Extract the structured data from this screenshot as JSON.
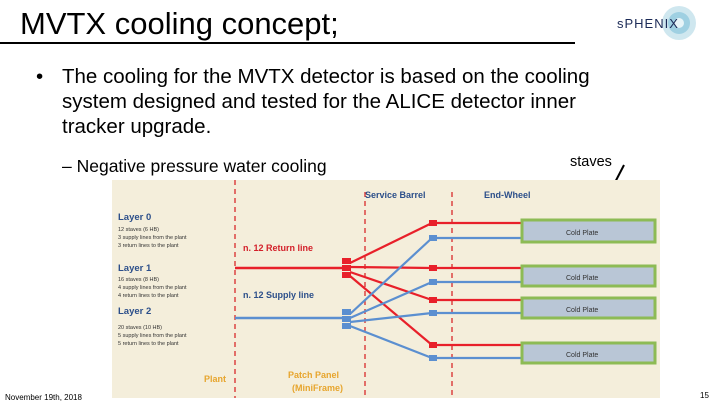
{
  "slide": {
    "title": "MVTX cooling concept;",
    "bullet": "The cooling for the MVTX detector is based on the cooling system designed and tested  for the ALICE detector inner tracker upgrade.",
    "bullet_marker": "•",
    "sub_bullet": "– Negative pressure  water cooling",
    "staves_label": "staves",
    "footer_date": "November 19th, 2018",
    "page_number": "15",
    "logo_text": "sPHENIX"
  },
  "diagram": {
    "service_barrel": "Service Barrel",
    "end_wheel": "End-Wheel",
    "layers": [
      {
        "name": "Layer 0",
        "lines": [
          "12 staves (6 HB)",
          "3 supply lines from the plant",
          "3 return lines to the plant"
        ]
      },
      {
        "name": "Layer 1",
        "lines": [
          "16 staves (8 HB)",
          "4 supply lines from the plant",
          "4 return lines to the plant"
        ]
      },
      {
        "name": "Layer 2",
        "lines": [
          "20 staves (10 HB)",
          "5 supply lines from the plant",
          "5 return lines to the plant"
        ]
      }
    ],
    "return_line": "n. 12 Return line",
    "supply_line": "n. 12 Supply line",
    "plant": "Plant",
    "patch_panel": [
      "Patch Panel",
      "(MiniFrame)"
    ],
    "cold_plates": [
      "Cold Plate",
      "Cold Plate",
      "Cold Plate",
      "Cold Plate"
    ],
    "colors": {
      "return": "#e8202a",
      "supply": "#5b8fd0",
      "label_blue": "#2c4f8a",
      "label_red": "#d3202a",
      "dashed": "#d82a2a",
      "plant": "#e7a52d",
      "plate_green": "#8dbb55",
      "plate_fill": "#b9c6d6"
    }
  }
}
